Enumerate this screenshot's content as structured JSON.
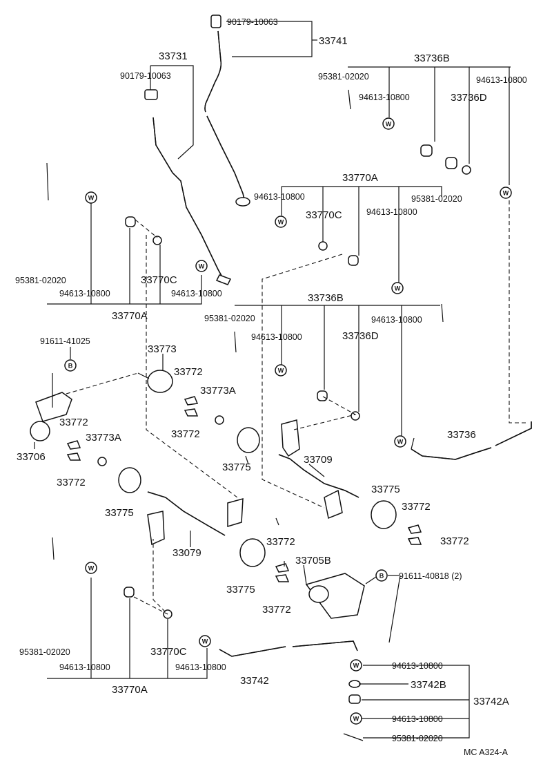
{
  "parts": {
    "p33741": "33741",
    "p33741_nut": "90179-10063",
    "p33731": "33731",
    "p33731_nut": "90179-10063",
    "p33736B_top": "33736B",
    "p33736B_top_pin": "95381-02020",
    "p33736B_top_w1": "94613-10800",
    "p33736B_top_w2": "94613-10800",
    "p33736D_top": "33736D",
    "p33770A_mid": "33770A",
    "p33770A_mid_w1": "94613-10800",
    "p33770C_mid": "33770C",
    "p33770A_mid_w2": "94613-10800",
    "p33770A_mid_pin": "95381-02020",
    "left_pin": "95381-02020",
    "left_w1": "94613-10800",
    "left_33770C": "33770C",
    "left_w2": "94613-10800",
    "left_33770A": "33770A",
    "p33736B_mid": "33736B",
    "p33736B_mid_pin": "95381-02020",
    "p33736B_mid_w1": "94613-10800",
    "p33736D_mid": "33736D",
    "p33736B_mid_w2": "94613-10800",
    "bolt_91611_41025": "91611-41025",
    "p33773": "33773",
    "p33772_a": "33772",
    "p33773A_a": "33773A",
    "p33772_b": "33772",
    "p33706": "33706",
    "p33772_c": "33772",
    "p33773A_b": "33773A",
    "p33772_d": "33772",
    "p33775_a": "33775",
    "p33775_b": "33775",
    "p33709": "33709",
    "p33736": "33736",
    "p33775_c": "33775",
    "p33772_e": "33772",
    "p33772_f": "33772",
    "p33079": "33079",
    "p33772_g": "33772",
    "p33705B": "33705B",
    "bolt_91611_40818": "91611-40818 (2)",
    "p33775_d": "33775",
    "p33772_h": "33772",
    "bot_pin": "95381-02020",
    "bot_w1": "94613-10800",
    "bot_33770C": "33770C",
    "bot_w2": "94613-10800",
    "bot_33770A": "33770A",
    "p33742": "33742",
    "kit_w1": "94613-10800",
    "kit_33742B": "33742B",
    "kit_33742A": "33742A",
    "kit_w2": "94613-10800",
    "kit_pin": "95381-02020",
    "code": "MC  A324-A"
  },
  "symbols": {
    "washer": "W",
    "bolt": "B"
  }
}
